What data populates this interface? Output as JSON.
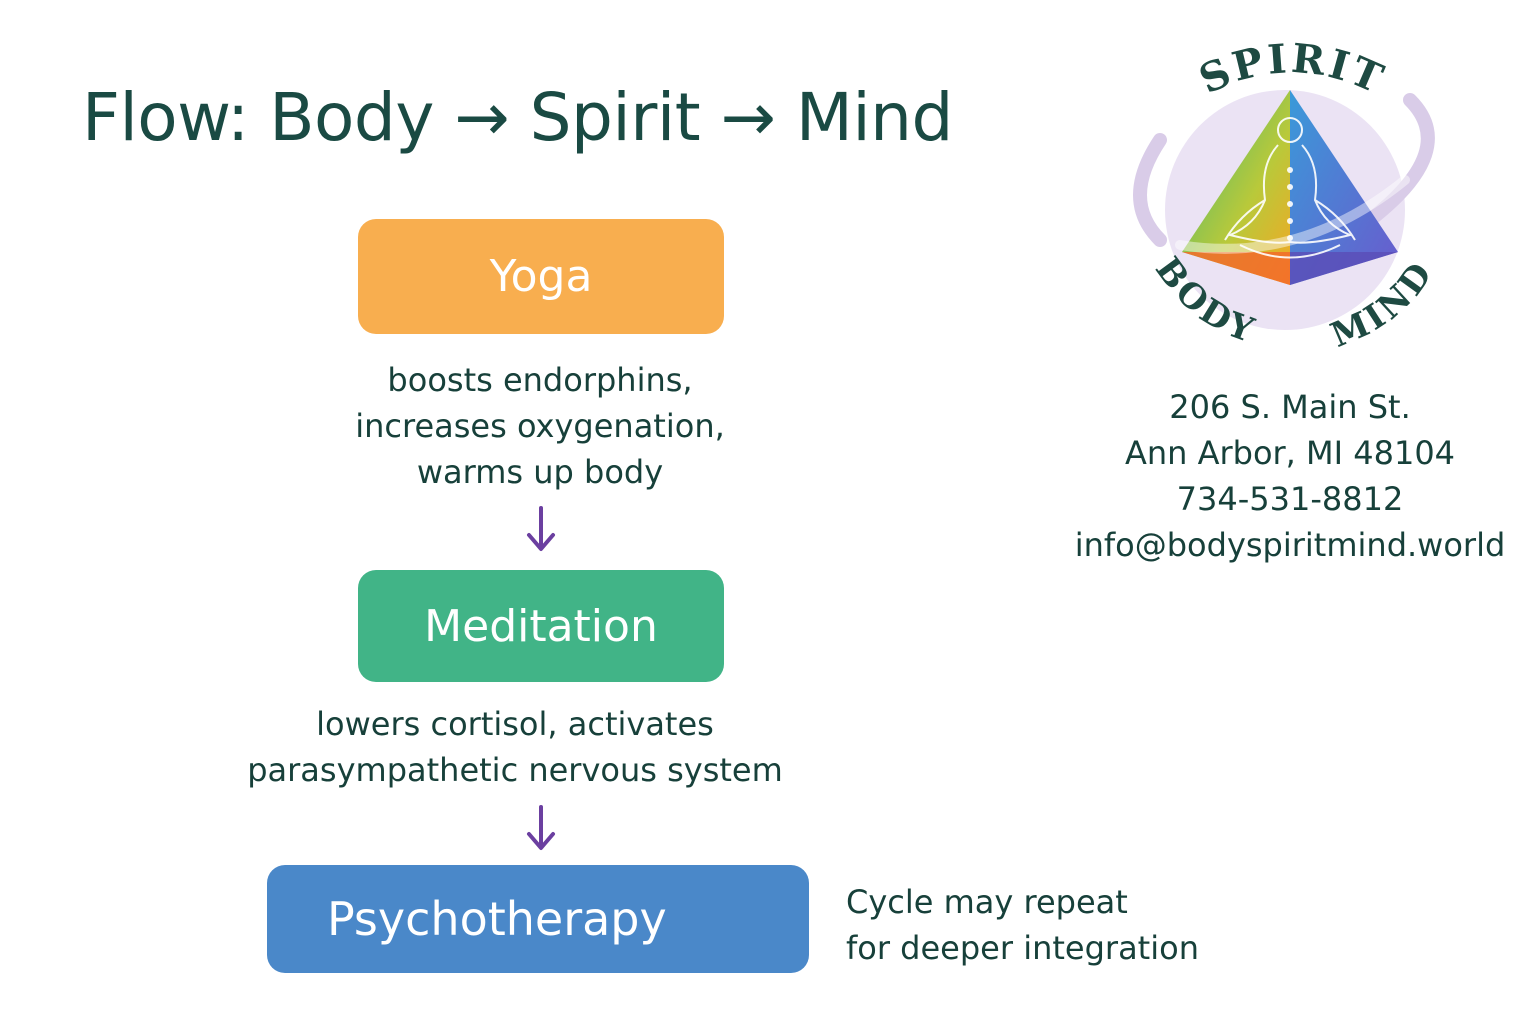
{
  "title": "Flow: Body → Spirit → Mind",
  "steps": [
    {
      "label": "Yoga",
      "color": "#f8ae4f",
      "description": [
        "boosts endorphins,",
        "increases oxygenation,",
        "warms up body"
      ]
    },
    {
      "label": "Meditation",
      "color": "#41b487",
      "description": [
        "lowers cortisol, activates",
        "parasympathetic nervous system"
      ]
    },
    {
      "label": "Psychotherapy",
      "color": "#4a88c9",
      "note": [
        "Cycle may repeat",
        "for deeper integration"
      ]
    }
  ],
  "arrow_color": "#6b3fa0",
  "logo": {
    "top_word": "SPIRIT",
    "left_word": "BODY",
    "right_word": "MIND",
    "colors": {
      "orange": "#f5a623",
      "green": "#3cb878",
      "blue": "#3a9ad9",
      "purple": "#6a5acd",
      "halo": "#d9cce8",
      "text": "#1e4a42"
    }
  },
  "contact": {
    "street": "206 S. Main St.",
    "city": "Ann Arbor, MI 48104",
    "phone": "734-531-8812",
    "email": "info@bodyspiritmind.world"
  }
}
